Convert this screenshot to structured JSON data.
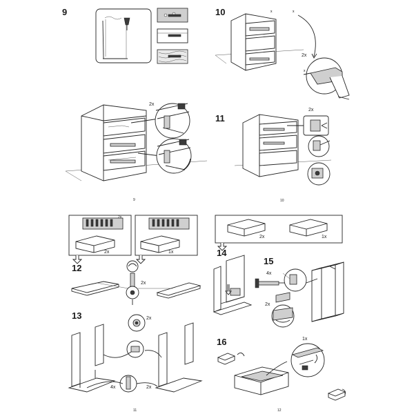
{
  "steps": {
    "s9": "9",
    "s10": "10",
    "s11": "11",
    "s12": "12",
    "s13": "13",
    "s14": "14",
    "s15": "15",
    "s16": "16"
  },
  "labels": {
    "s10_qty": "2x",
    "s9b_qty": "2x",
    "s11_qty": "2x",
    "box_left_qty": "2x",
    "box_left_hw_qty": "2x",
    "box_right_qty": "1x",
    "s12_qty": "2x",
    "s13_top_qty": "2x",
    "s13_bl_qty": "4x",
    "s13_br_qty": "2x",
    "drawer_left_qty": "2x",
    "drawer_right_qty": "1x",
    "s15_screw_qty": "4x",
    "s15_rail_qty": "2x",
    "s16_qty": "1x"
  },
  "folios": {
    "top_left": "9",
    "top_right": "10",
    "bottom_left": "11",
    "bottom_right": "12"
  },
  "colors": {
    "line": "#222222",
    "fill_gray": "#cfcfcf",
    "dark": "#3b3b3b"
  }
}
